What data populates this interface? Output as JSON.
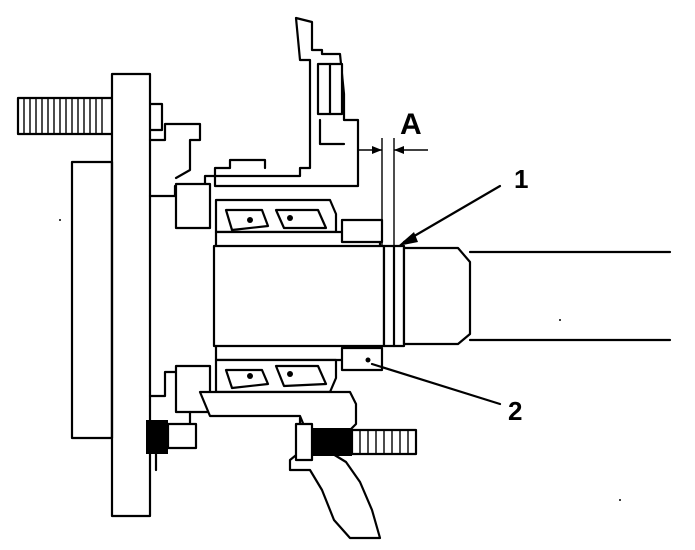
{
  "labels": {
    "dimension": "A",
    "callout_1": "1",
    "callout_2": "2"
  },
  "colors": {
    "ink": "#000000",
    "paper": "#ffffff"
  }
}
